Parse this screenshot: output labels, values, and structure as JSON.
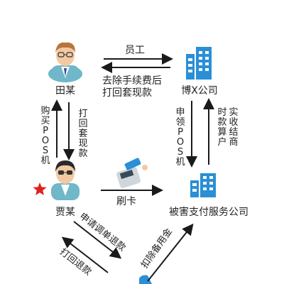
{
  "nodes": {
    "tian": {
      "label": "田某"
    },
    "boxing": {
      "label": "博X公司"
    },
    "jia": {
      "label": "贾某"
    },
    "victim": {
      "label": "被害支付服务公司"
    }
  },
  "edges": {
    "employee": "员工",
    "remit_back": [
      "去除手续费后",
      "打回套现款"
    ],
    "buy_pos": "购买POS机",
    "return_cash": "打回套现款",
    "apply_pos": "申领POS机",
    "settlement": "实时收款结算商户",
    "swipe": "刷卡",
    "refund_apply": "申请调单退款",
    "refund_back": "打回退款",
    "deduct": "扣除备用金"
  },
  "colors": {
    "arrow": "#1a1a1a",
    "building": "#2a8fd6",
    "star": "#e02020",
    "person_shirt": "#6fb7c9",
    "hair": "#b8753a"
  },
  "icons": [
    "person-icon",
    "building-icon",
    "pos-terminal-icon",
    "star-icon"
  ]
}
